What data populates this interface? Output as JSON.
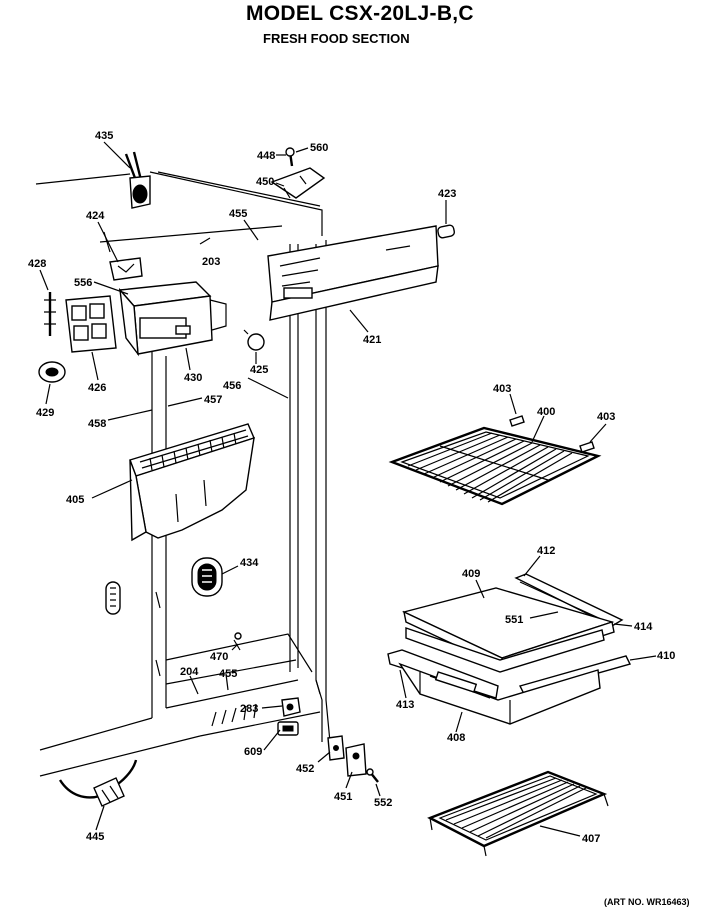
{
  "title": "MODEL CSX-20LJ-B,C",
  "subtitle": "FRESH FOOD SECTION",
  "art_no": "(ART NO. WR16463)",
  "callouts": {
    "c435": "435",
    "c448": "448",
    "c560": "560",
    "c450": "450",
    "c423": "423",
    "c424": "424",
    "c455a": "455",
    "c203": "203",
    "c428": "428",
    "c556": "556",
    "c421": "421",
    "c426": "426",
    "c430": "430",
    "c425": "425",
    "c429": "429",
    "c456": "456",
    "c457": "457",
    "c458": "458",
    "c403a": "403",
    "c400": "400",
    "c403b": "403",
    "c405": "405",
    "c434": "434",
    "c412": "412",
    "c409": "409",
    "c551": "551",
    "c414": "414",
    "c410": "410",
    "c470": "470",
    "c204": "204",
    "c455b": "455",
    "c283": "283",
    "c413": "413",
    "c408": "408",
    "c609": "609",
    "c452": "452",
    "c451": "451",
    "c552": "552",
    "c445": "445",
    "c407": "407"
  }
}
